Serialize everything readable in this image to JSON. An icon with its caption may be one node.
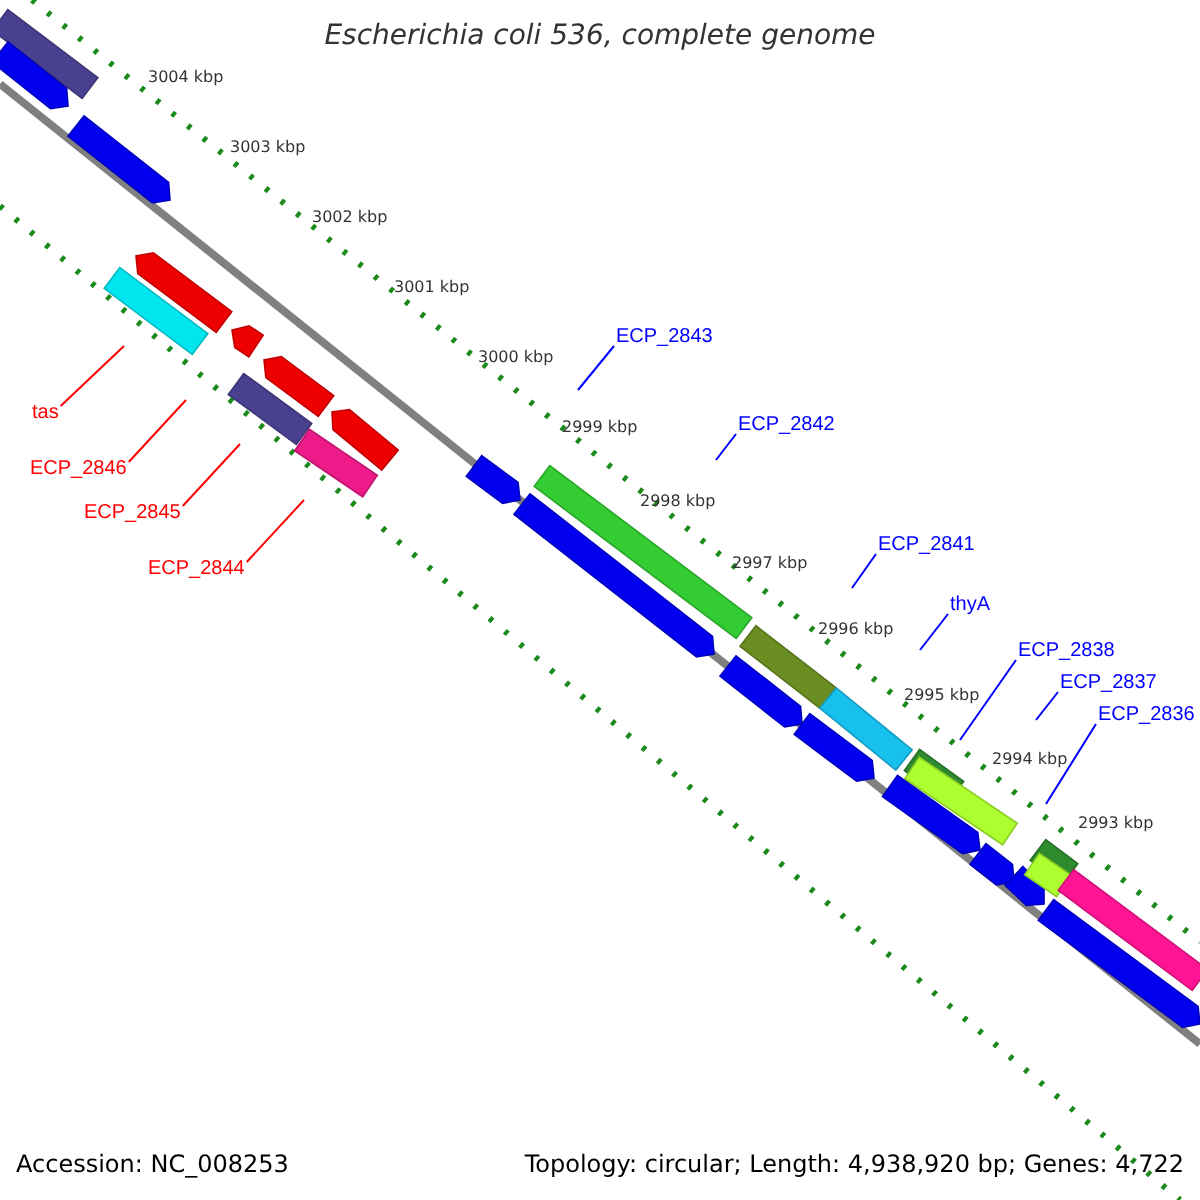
{
  "diagram": {
    "title": "Escherichia coli 536, complete genome",
    "nodes": [
      {
        "text": [
          "tas"
        ]
      },
      {
        "text": [
          "ECP_2846"
        ]
      },
      {
        "text": [
          "ECP_2845"
        ]
      },
      {
        "text": [
          "ECP_2844"
        ]
      },
      {
        "text": [
          "ECP_2843"
        ]
      },
      {
        "text": [
          "ECP_2842"
        ]
      },
      {
        "text": [
          "ECP_2841"
        ]
      },
      {
        "text": [
          "thyA"
        ]
      },
      {
        "text": [
          "ECP_2838"
        ]
      },
      {
        "text": [
          "ECP_2837"
        ]
      },
      {
        "text": [
          "ECP_2836"
        ]
      }
    ],
    "edges": [
      {
        "from": 0,
        "to": null,
        "arrow": "none",
        "color": "#ff0000"
      },
      {
        "from": 1,
        "to": null,
        "arrow": "none",
        "color": "#ff0000"
      },
      {
        "from": 2,
        "to": null,
        "arrow": "none",
        "color": "#ff0000"
      },
      {
        "from": 3,
        "to": null,
        "arrow": "none",
        "color": "#ff0000"
      },
      {
        "from": 4,
        "to": null,
        "arrow": "none"
      },
      {
        "from": 5,
        "to": null,
        "arrow": "none"
      },
      {
        "from": 6,
        "to": null,
        "arrow": "none"
      },
      {
        "from": 7,
        "to": null,
        "arrow": "none"
      },
      {
        "from": 8,
        "to": null,
        "arrow": "none"
      },
      {
        "from": 9,
        "to": null,
        "arrow": "none"
      },
      {
        "from": 10,
        "to": null,
        "arrow": "none"
      }
    ],
    "labels": [
      "3004 kbp",
      "3003 kbp",
      "3002 kbp",
      "3001 kbp",
      "3000 kbp",
      "2999 kbp",
      "2998 kbp",
      "2997 kbp",
      "2996 kbp",
      "2995 kbp",
      "2994 kbp",
      "2993 kbp",
      "Accession: NC_008253",
      "Topology: circular; Length: 4,938,920 bp; Genes: 4,722"
    ]
  }
}
